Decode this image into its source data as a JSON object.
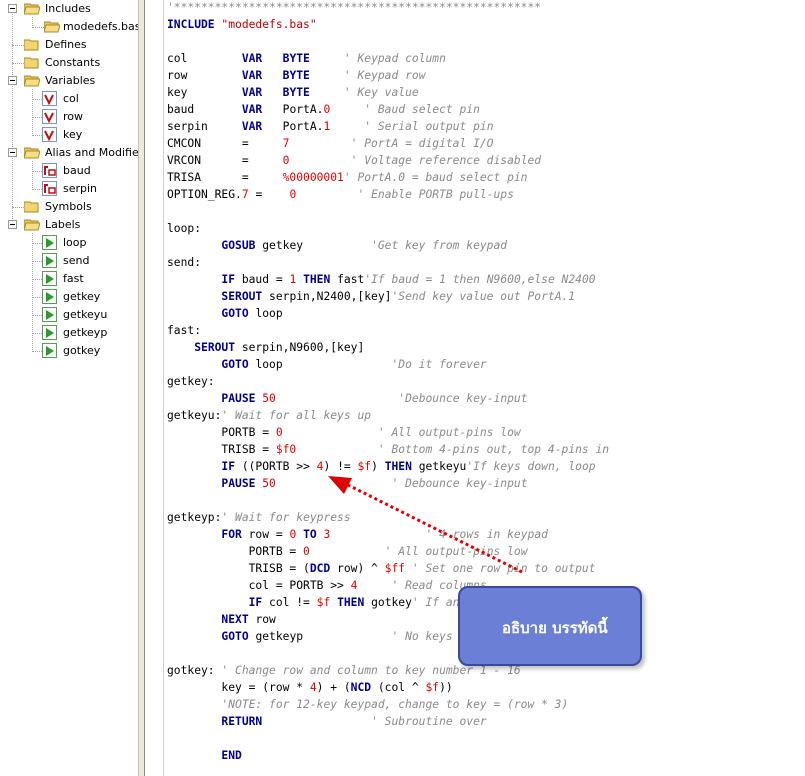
{
  "tree": {
    "includes": {
      "label": "Includes"
    },
    "include_file": {
      "label": "modedefs.bas"
    },
    "defines": {
      "label": "Defines"
    },
    "constants": {
      "label": "Constants"
    },
    "variables": {
      "label": "Variables"
    },
    "var_col": {
      "label": "col"
    },
    "var_row": {
      "label": "row"
    },
    "var_key": {
      "label": "key"
    },
    "alias": {
      "label": "Alias and Modifiers"
    },
    "alias_baud": {
      "label": "baud"
    },
    "alias_serpin": {
      "label": "serpin"
    },
    "symbols": {
      "label": "Symbols"
    },
    "labels": {
      "label": "Labels"
    },
    "lbl_loop": {
      "label": "loop"
    },
    "lbl_send": {
      "label": "send"
    },
    "lbl_fast": {
      "label": "fast"
    },
    "lbl_getkey": {
      "label": "getkey"
    },
    "lbl_getkeyu": {
      "label": "getkeyu"
    },
    "lbl_getkeyp": {
      "label": "getkeyp"
    },
    "lbl_gotkey": {
      "label": "gotkey"
    }
  },
  "code": {
    "l00": {
      "comment": "'******************************************************"
    },
    "l01": {
      "kw": "INCLUDE",
      "str": "\"modedefs.bas\""
    },
    "l03": {
      "a": "col        ",
      "kw": "VAR",
      "b": "   ",
      "kw2": "BYTE",
      "c": "     ",
      "comment": "' Keypad column"
    },
    "l04": {
      "a": "row        ",
      "kw": "VAR",
      "b": "   ",
      "kw2": "BYTE",
      "c": "     ",
      "comment": "' Keypad row"
    },
    "l05": {
      "a": "key        ",
      "kw": "VAR",
      "b": "   ",
      "kw2": "BYTE",
      "c": "     ",
      "comment": "' Key value"
    },
    "l06": {
      "a": "baud       ",
      "kw": "VAR",
      "b": "   PortA.",
      "num": "0",
      "c": "     ",
      "comment": "' Baud select pin"
    },
    "l07": {
      "a": "serpin     ",
      "kw": "VAR",
      "b": "   PortA.",
      "num": "1",
      "c": "     ",
      "comment": "' Serial output pin"
    },
    "l08": {
      "a": "CMCON      =     ",
      "num": "7",
      "c": "         ",
      "comment": "' PortA = digital I/O"
    },
    "l09": {
      "a": "VRCON      =     ",
      "num": "0",
      "c": "         ",
      "comment": "' Voltage reference disabled"
    },
    "l10": {
      "a": "TRISA      =     ",
      "num": "%00000001",
      "comment": "' PortA.0 = baud select pin"
    },
    "l11": {
      "a": "OPTION_REG.",
      "num": "7",
      "b": " =    ",
      "num2": "0",
      "c": "         ",
      "comment": "' Enable PORTB pull-ups"
    },
    "l13": {
      "a": "loop:"
    },
    "l14": {
      "a": "        ",
      "kw": "GOSUB",
      "b": " getkey          ",
      "comment": "'Get key from keypad"
    },
    "l15": {
      "a": "send:"
    },
    "l16": {
      "a": "        ",
      "kw": "IF",
      "b": " baud = ",
      "num": "1",
      "c": " ",
      "kw2": "THEN",
      "d": " fast",
      "comment": "'If baud = 1 then N9600,else N2400"
    },
    "l17": {
      "a": "        ",
      "kw": "SEROUT",
      "b": " serpin,N2400,[key]",
      "comment": "'Send key value out PortA.1"
    },
    "l18": {
      "a": "        ",
      "kw": "GOTO",
      "b": " loop"
    },
    "l19": {
      "a": "fast:"
    },
    "l20": {
      "a": "    ",
      "kw": "SEROUT",
      "b": " serpin,N9600,[key]"
    },
    "l21": {
      "a": "        ",
      "kw": "GOTO",
      "b": " loop                ",
      "comment": "'Do it forever"
    },
    "l22": {
      "a": "getkey:"
    },
    "l23": {
      "a": "        ",
      "kw": "PAUSE",
      "b": " ",
      "num": "50",
      "c": "                  ",
      "comment": "'Debounce key-input"
    },
    "l24": {
      "a": "getkeyu:",
      "comment": "' Wait for all keys up"
    },
    "l25": {
      "a": "        PORTB = ",
      "num": "0",
      "c": "              ",
      "comment": "' All output-pins low"
    },
    "l26": {
      "a": "        TRISB = ",
      "num": "$f0",
      "c": "            ",
      "comment": "' Bottom 4-pins out, top 4-pins in"
    },
    "l27": {
      "a": "        ",
      "kw": "IF",
      "b": " ((PORTB >> ",
      "num": "4",
      "c": ") != ",
      "num2": "$f",
      "d": ") ",
      "kw2": "THEN",
      "e": " getkeyu",
      "comment": "'If keys down, loop"
    },
    "l28": {
      "a": "        ",
      "kw": "PAUSE",
      "b": " ",
      "num": "50",
      "c": "                 ",
      "comment": "' Debounce key-input"
    },
    "l30": {
      "a": "getkeyp:",
      "comment": "' Wait for keypress"
    },
    "l31": {
      "a": "        ",
      "kw": "FOR",
      "b": " row = ",
      "num": "0",
      "c": " ",
      "kw2": "TO",
      "d": " ",
      "num2": "3",
      "e": "              ",
      "comment": "' 4 rows in keypad"
    },
    "l32": {
      "a": "            PORTB = ",
      "num": "0",
      "c": "           ",
      "comment": "' All output-pins low"
    },
    "l33": {
      "a": "            TRISB = (",
      "kw": "DCD",
      "b": " row) ^ ",
      "num": "$ff",
      "c": " ",
      "comment": "' Set one row pin to output"
    },
    "l34": {
      "a": "            col = PORTB >> ",
      "num": "4",
      "c": "     ",
      "comment": "' Read columns"
    },
    "l35": {
      "a": "            ",
      "kw": "IF",
      "b": " col != ",
      "num": "$f",
      "c": " ",
      "kw2": "THEN",
      "d": " gotkey",
      "comment": "' If any keydown, exit"
    },
    "l36": {
      "a": "        ",
      "kw": "NEXT",
      "b": " row"
    },
    "l37": {
      "a": "        ",
      "kw": "GOTO",
      "b": " getkeyp             ",
      "comment": "' No keys down, go look again"
    },
    "l39": {
      "a": "gotkey:",
      "b": " ",
      "comment": "' Change row and column to key number 1 - 16"
    },
    "l40": {
      "a": "        key = (row * ",
      "num": "4",
      "b": ") + (",
      "kw": "NCD",
      "c": " (col ^ ",
      "num2": "$f",
      "d": "))"
    },
    "l41": {
      "a": "        ",
      "comment": "'NOTE: for 12-key keypad, change to key = (row * 3)"
    },
    "l42": {
      "a": "        ",
      "kw": "RETURN",
      "b": "                ",
      "comment": "' Subroutine over"
    },
    "l44": {
      "a": "        ",
      "kw": "END"
    }
  },
  "callout": {
    "text": "อธิบาย บรรทัดนี้"
  },
  "colors": {
    "keyword": "#00008b",
    "number": "#e00000",
    "comment": "#8a8a8a",
    "callout": "#6b7fd7",
    "arrow": "#e00000"
  }
}
